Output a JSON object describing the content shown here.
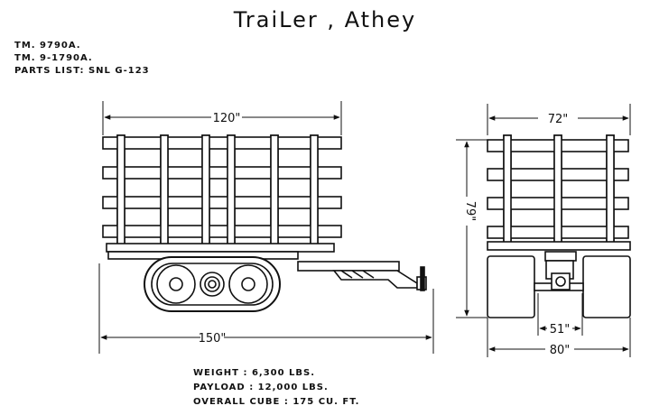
{
  "title": "TraiLer , Athey",
  "references": [
    "TM. 9790A.",
    "TM. 9-1790A.",
    "PARTS LIST: SNL G-123"
  ],
  "dimensions": {
    "body_length": "120\"",
    "overall_length": "150\"",
    "body_width": "72\"",
    "height": "79\"",
    "track_gauge": "51\"",
    "overall_width": "80\""
  },
  "specs": [
    "WEIGHT : 6,300 LBS.",
    "PAYLOAD : 12,000 LBS.",
    "OVERALL CUBE : 175 CU. FT."
  ],
  "colors": {
    "ink": "#111111",
    "background": "#ffffff"
  }
}
